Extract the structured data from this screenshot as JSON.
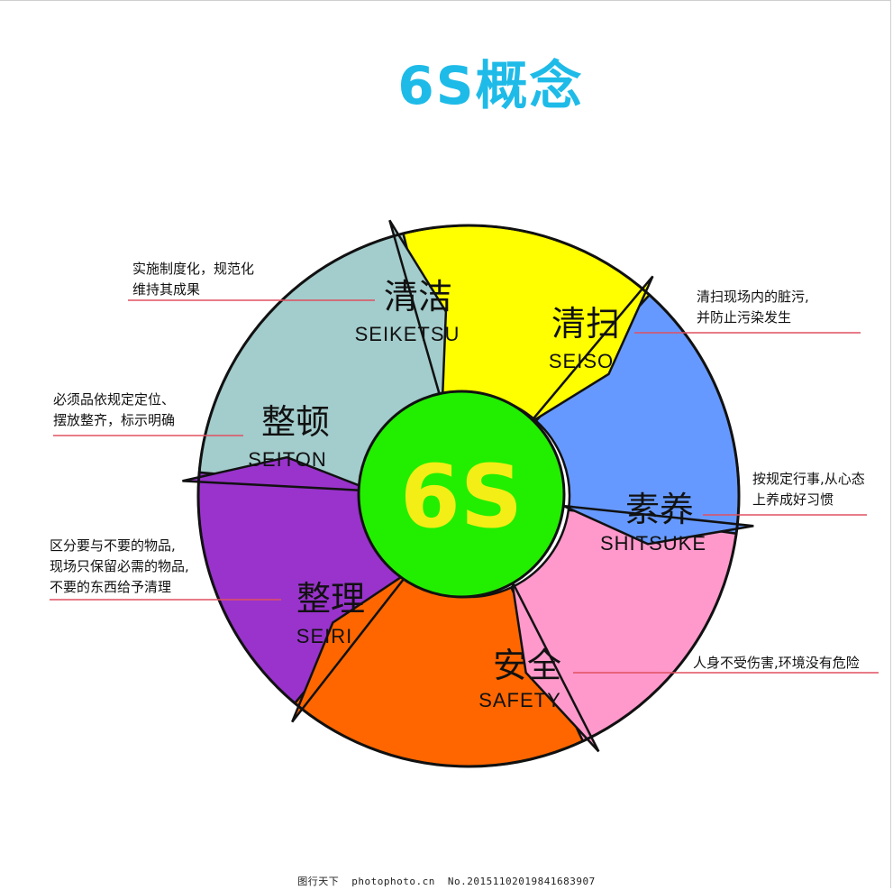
{
  "title": "6S概念",
  "center_label": "6S",
  "segments": [
    {
      "id": "seiketsu",
      "cn": "清洁",
      "en": "SEIKETSU",
      "color": "#ffff00",
      "note": [
        "实施制度化，规范化",
        "维持其成果"
      ]
    },
    {
      "id": "seiso",
      "cn": "清扫",
      "en": "SEISO",
      "color": "#6699ff",
      "note": [
        "清扫现场内的脏污,",
        "并防止污染发生"
      ]
    },
    {
      "id": "shitsuke",
      "cn": "素养",
      "en": "SHITSUKE",
      "color": "#ff99cc",
      "note": [
        "按规定行事,从心态",
        "上养成好习惯"
      ]
    },
    {
      "id": "safety",
      "cn": "安全",
      "en": "SAFETY",
      "color": "#ff6600",
      "note": [
        "人身不受伤害,环境没有危险"
      ]
    },
    {
      "id": "seiri",
      "cn": "整理",
      "en": "SEIRI",
      "color": "#9933cc",
      "note": [
        "区分要与不要的物品,",
        "现场只保留必需的物品,",
        "不要的东西给予清理"
      ]
    },
    {
      "id": "seiton",
      "cn": "整顿",
      "en": "SEITON",
      "color": "#a3cccc",
      "note": [
        "必须品依规定定位、",
        "摆放整齐，标示明确"
      ]
    }
  ],
  "colors": {
    "title": "#1ebbe8",
    "center_fill": "#22ee00",
    "center_text": "#f2ee16",
    "leader_line": "#e05060"
  },
  "footer": {
    "site": "图行天下",
    "url": "photophoto.cn",
    "number": "No.20151102019841683907"
  }
}
